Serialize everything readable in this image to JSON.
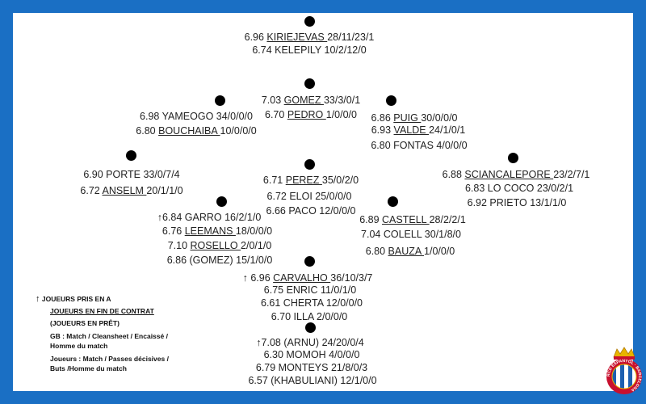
{
  "colors": {
    "border": "#1a6fc4",
    "dot": "#000000",
    "crest_blue": "#1d5fb0",
    "crest_red": "#c8102e",
    "crest_gold": "#e8b400"
  },
  "arrow": "↑",
  "gk": {
    "l1": {
      "pre": "6.96 ",
      "name": "KIRIEJEVAS ",
      "stats": "28/11/23/1"
    },
    "l2": "6.74 KELEPILY 10/2/12/0"
  },
  "cm_top": {
    "l1": {
      "pre": "7.03 ",
      "name": "GOMEZ ",
      "stats": "33/3/0/1"
    },
    "l2": {
      "pre": "6.70 ",
      "name": "PEDRO ",
      "stats": "1/0/0/0"
    }
  },
  "left_mid": {
    "l1": "6.98 YAMEOGO 34/0/0/0",
    "l2": {
      "pre": "6.80 ",
      "name": "BOUCHAIBA ",
      "stats": "10/0/0/0"
    }
  },
  "right_mid": {
    "l1": {
      "pre": "6.86 ",
      "name": "PUIG ",
      "stats": "30/0/0/0"
    },
    "l2": {
      "pre": "6.93 ",
      "name": "VALDE ",
      "stats": "24/1/0/1"
    },
    "l3": "6.80 FONTAS 4/0/0/0"
  },
  "lw": {
    "l1": "6.90 PORTE 33/0/7/4",
    "l2": {
      "pre": "6.72 ",
      "name": "ANSELM ",
      "stats": "20/1/1/0"
    }
  },
  "cm": {
    "l1": {
      "pre": "6.71 ",
      "name": "PEREZ ",
      "stats": "35/0/2/0"
    },
    "l2": "6.72 ELOI 25/0/0/0",
    "l3": "6.66 PACO 12/0/0/0"
  },
  "rw": {
    "l1": {
      "pre": "6.88 ",
      "name": "SCIANCALEPORE ",
      "stats": "23/2/7/1"
    },
    "l2": "6.83 LO COCO 23/0/2/1",
    "l3": "6.92 PRIETO 13/1/1/0"
  },
  "lcb": {
    "l1": "6.84 GARRO 16/2/1/0",
    "l2": {
      "pre": "6.76 ",
      "name": "LEEMANS ",
      "stats": "18/0/0/0"
    },
    "l3": {
      "pre": "7.10 ",
      "name": "ROSELLO ",
      "stats": "2/0/1/0"
    },
    "l4": "6.86 (GOMEZ) 15/1/0/0"
  },
  "rcb": {
    "l1": {
      "pre": "6.89 ",
      "name": "CASTELL ",
      "stats": "28/2/2/1"
    },
    "l2": "7.04 COLELL 30/1/8/0",
    "l3": {
      "pre": "6.80 ",
      "name": "BAUZA ",
      "stats": "1/0/0/0"
    }
  },
  "cb": {
    "l1": {
      "pre": " 6.96 ",
      "name": "CARVALHO ",
      "stats": "36/10/3/7"
    },
    "l2": "6.75 ENRIC 11/0/1/0",
    "l3": "6.61 CHERTA 12/0/0/0",
    "l4": "6.70 ILLA 2/0/0/0"
  },
  "st": {
    "l1": "7.08 (ARNU) 24/20/0/4",
    "l2": "6.30 MOMOH 4/0/0/0",
    "l3": "6.79 MONTEYS 21/8/0/3",
    "l4": "6.57 (KHABULIANI) 12/1/0/0"
  },
  "legend": {
    "l1": "JOUEURS PRIS EN A",
    "l2": "JOUEURS EN FIN DE CONTRAT",
    "l3": "(JOUEURS EN PRÊT)",
    "l4a": "GB : Match / Cleansheet / Encaissé /",
    "l4b": "Homme du match",
    "l5a": "Joueurs : Match / Passes décisives /",
    "l5b": "Buts /Homme du match"
  },
  "crest": {
    "text": "RCD ESPANYOL · BARCELONA"
  }
}
